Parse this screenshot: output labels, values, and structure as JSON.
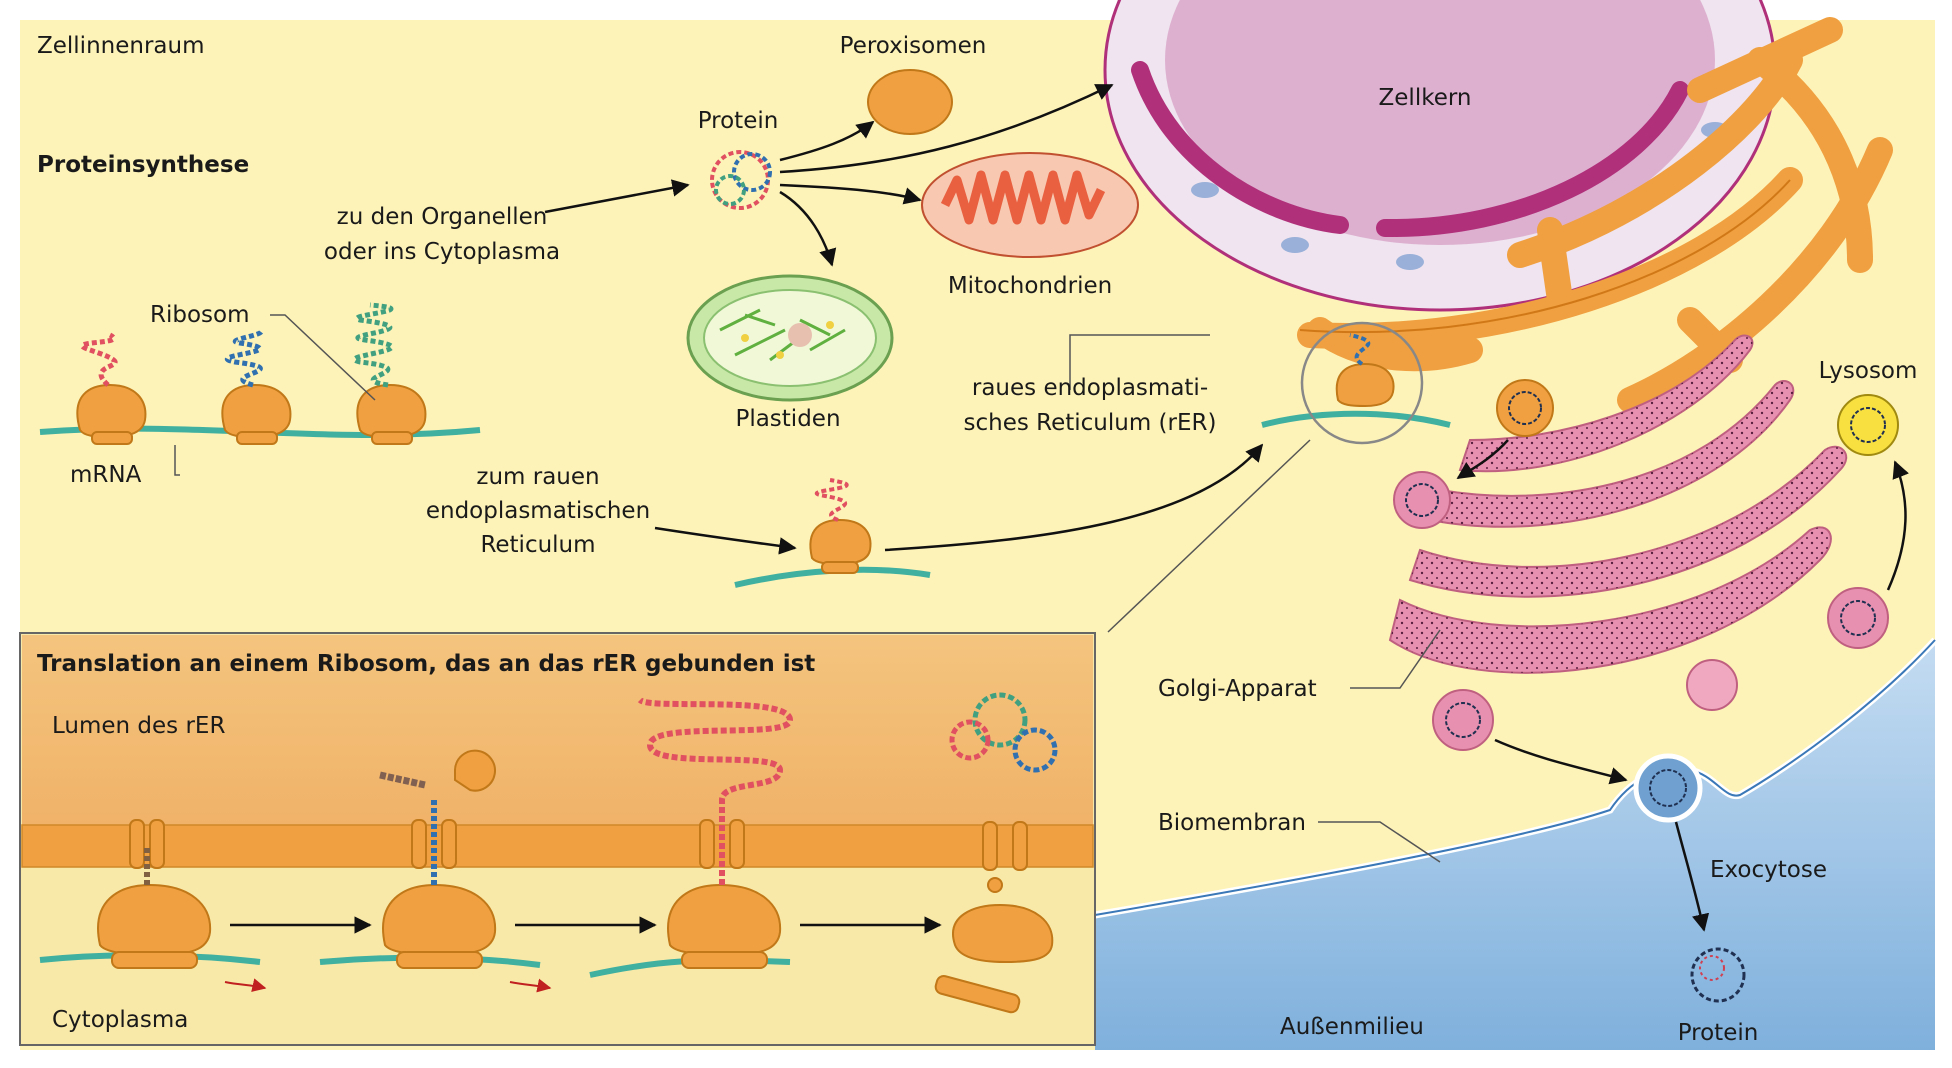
{
  "labels": {
    "zellinnenraum": "Zellinnenraum",
    "proteinsynthese": "Proteinsynthese",
    "organellen_line1": "zu den Organellen",
    "organellen_line2": "oder ins Cytoplasma",
    "ribosom": "Ribosom",
    "mrna": "mRNA",
    "rer_line1": "zum rauen",
    "rer_line2": "endoplasmatischen",
    "rer_line3": "Reticulum",
    "protein_top": "Protein",
    "peroxisomen": "Peroxisomen",
    "mitochondrien": "Mitochondrien",
    "plastiden": "Plastiden",
    "zellkern": "Zellkern",
    "raues_er_line1": "raues endoplasmati-",
    "raues_er_line2": "sches Reticulum (rER)",
    "lysosom": "Lysosom",
    "golgi": "Golgi-Apparat",
    "biomembran": "Biomembran",
    "exocytose": "Exocytose",
    "protein_bottom": "Protein",
    "aussenmilieu": "Außenmilieu"
  },
  "inset": {
    "title": "Translation an einem Ribosom, das an das rER gebunden ist",
    "lumen": "Lumen des rER",
    "cytoplasma": "Cytoplasma"
  },
  "colors": {
    "cytoplasm": "#fdf3b8",
    "ribosome": "#f0a040",
    "er": "#f0a040",
    "nucleus": "#ddb0d0",
    "nuclear_envelope": "#b0307a",
    "golgi": "#e890b0",
    "extracellular": "#9cc2e5",
    "mrna": "#40b0a0",
    "mitochondrion": "#e86040",
    "plastid": "#a8d890",
    "lysosome": "#f8e040",
    "arrow": "#111111",
    "direction_arrow": "#c02020"
  }
}
